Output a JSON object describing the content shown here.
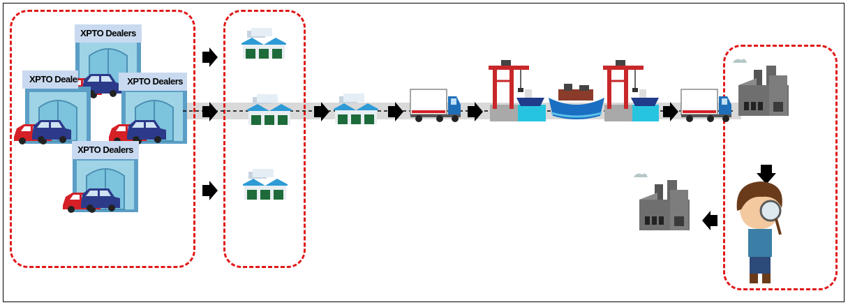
{
  "dealers": [
    {
      "label": "XPTO Dealers"
    },
    {
      "label": "XPTO Dealers"
    },
    {
      "label": "XPTO Dealers"
    },
    {
      "label": "XPTO Dealers"
    }
  ],
  "icons": {
    "dealership": "dealership-icon",
    "warehouse": "warehouse-icon",
    "truck": "truck-icon",
    "port": "port-crane-icon",
    "ship": "cargo-ship-icon",
    "factory": "factory-icon",
    "inspector": "inspector-boy-icon",
    "arrow": "arrow-icon"
  },
  "colors": {
    "dash": "#e01818",
    "flow_band": "#d9d9d9",
    "warehouse_roof": "#2e9bd6",
    "warehouse_body": "#1d6b3a",
    "sea": "#27c4e0"
  }
}
